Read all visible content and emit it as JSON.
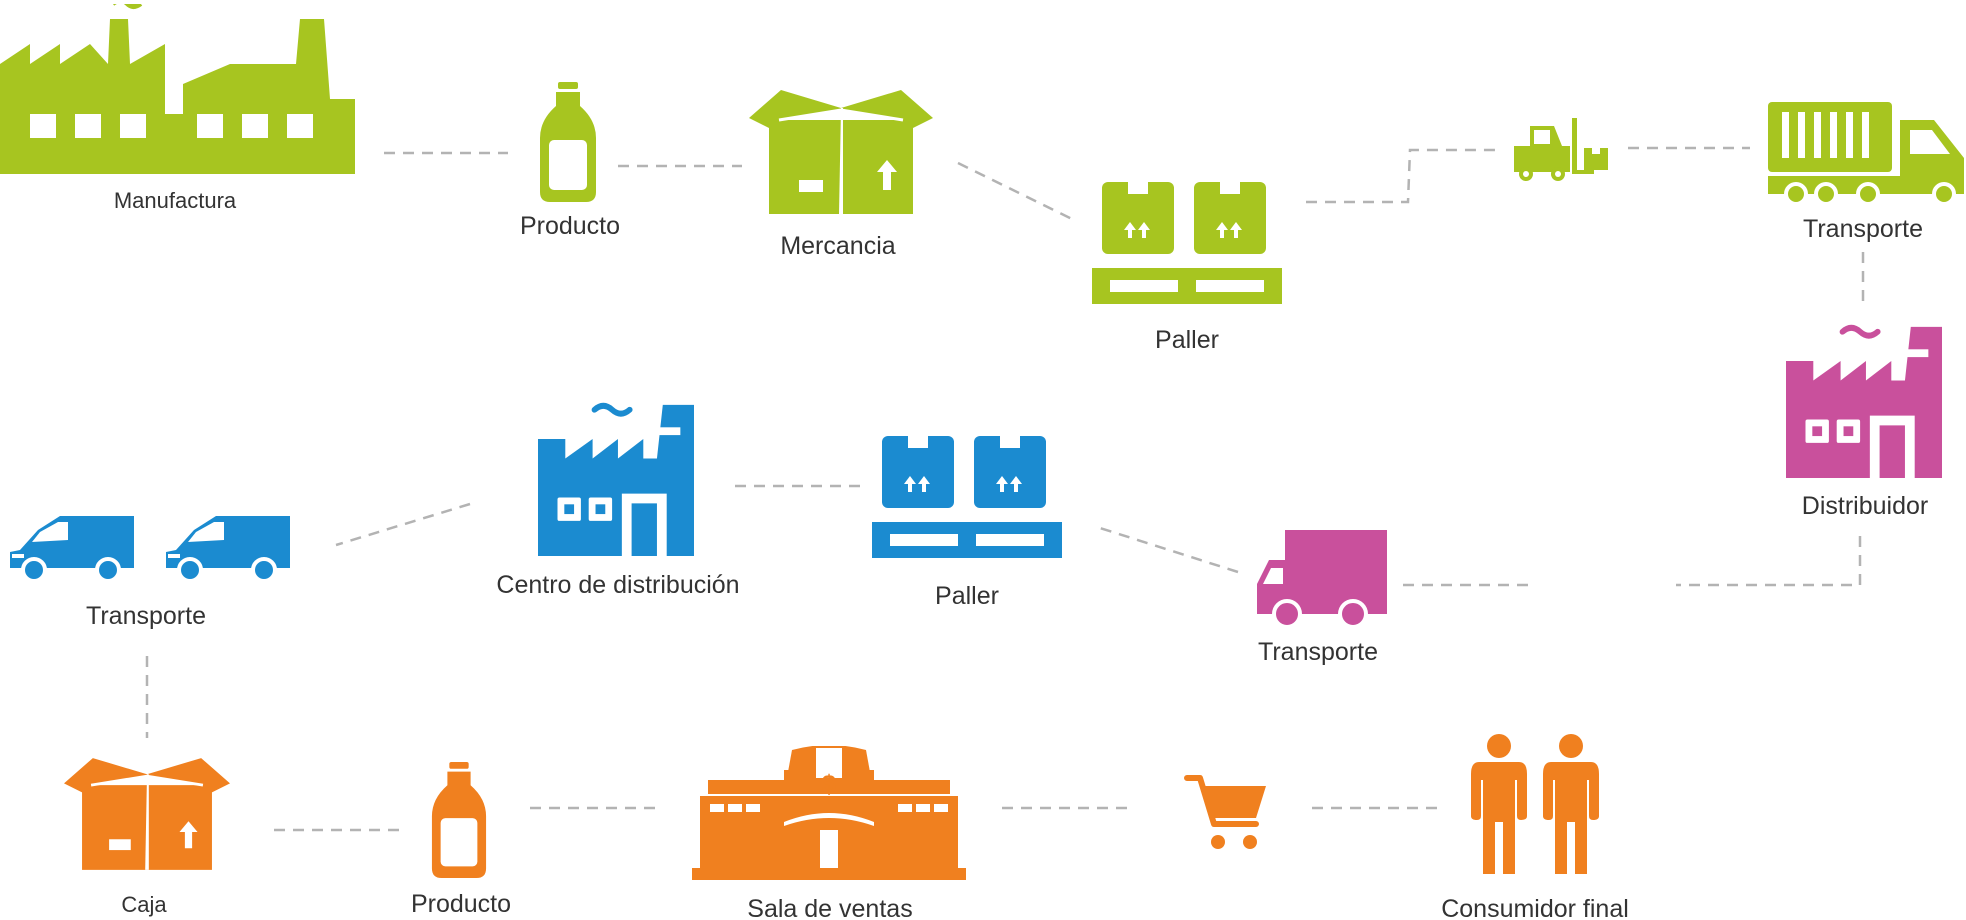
{
  "colors": {
    "green": "#a7c520",
    "blue": "#1b8bd0",
    "magenta": "#c9509c",
    "orange": "#f0801f",
    "connector": "#b3b3b3",
    "text": "#333333"
  },
  "labels": {
    "manufactura": "Manufactura",
    "producto_1": "Producto",
    "mercancia": "Mercancia",
    "paller_1": "Paller",
    "transporte_1": "Transporte",
    "distribuidor": "Distribuidor",
    "transporte_2": "Transporte",
    "paller_2": "Paller",
    "centro": "Centro de distribución",
    "transporte_3": "Transporte",
    "caja": "Caja",
    "producto_2": "Producto",
    "sala": "Sala de ventas",
    "consumidor": "Consumidor final",
    "dollar": "$"
  },
  "icons": {
    "manufactura": "factory-icon",
    "producto_1": "bottle-icon",
    "mercancia": "open-box-icon",
    "paller_1": "pallet-icon",
    "forklift_1": "forklift-icon",
    "transporte_1": "container-truck-icon",
    "distribuidor": "factory-icon",
    "forklift_2": "forklift-icon",
    "transporte_2": "box-truck-icon",
    "paller_2": "pallet-icon",
    "centro": "factory-icon",
    "transporte_3": "van-icon",
    "caja": "open-box-icon",
    "producto_2": "bottle-icon",
    "sala": "store-icon",
    "cart": "shopping-cart-icon",
    "consumidor": "people-icon"
  }
}
